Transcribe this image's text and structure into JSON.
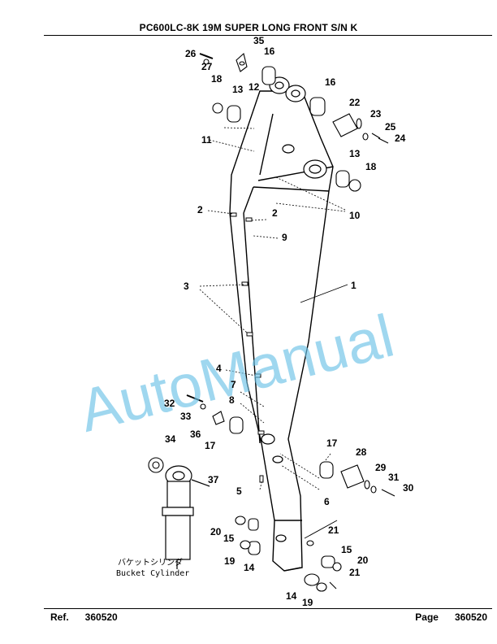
{
  "header": {
    "title": "PC600LC-8K 19M SUPER LONG FRONT S/N K"
  },
  "footer": {
    "ref_label": "Ref.",
    "ref_value": "360520",
    "page_label": "Page",
    "page_value": "360520"
  },
  "watermark": {
    "text": "AutoManual",
    "color": "#6cc3e8"
  },
  "caption": {
    "japanese": "バケットシリンダ",
    "english": "Bucket Cylinder"
  },
  "callouts": [
    "35",
    "26",
    "27",
    "16",
    "18",
    "13",
    "12",
    "16",
    "22",
    "23",
    "25",
    "24",
    "11",
    "13",
    "18",
    "10",
    "2",
    "2",
    "9",
    "1",
    "3",
    "4",
    "7",
    "8",
    "32",
    "33",
    "36",
    "17",
    "34",
    "37",
    "17",
    "28",
    "29",
    "31",
    "30",
    "5",
    "6",
    "21",
    "20",
    "15",
    "15",
    "20",
    "19",
    "14",
    "21",
    "14",
    "19"
  ]
}
